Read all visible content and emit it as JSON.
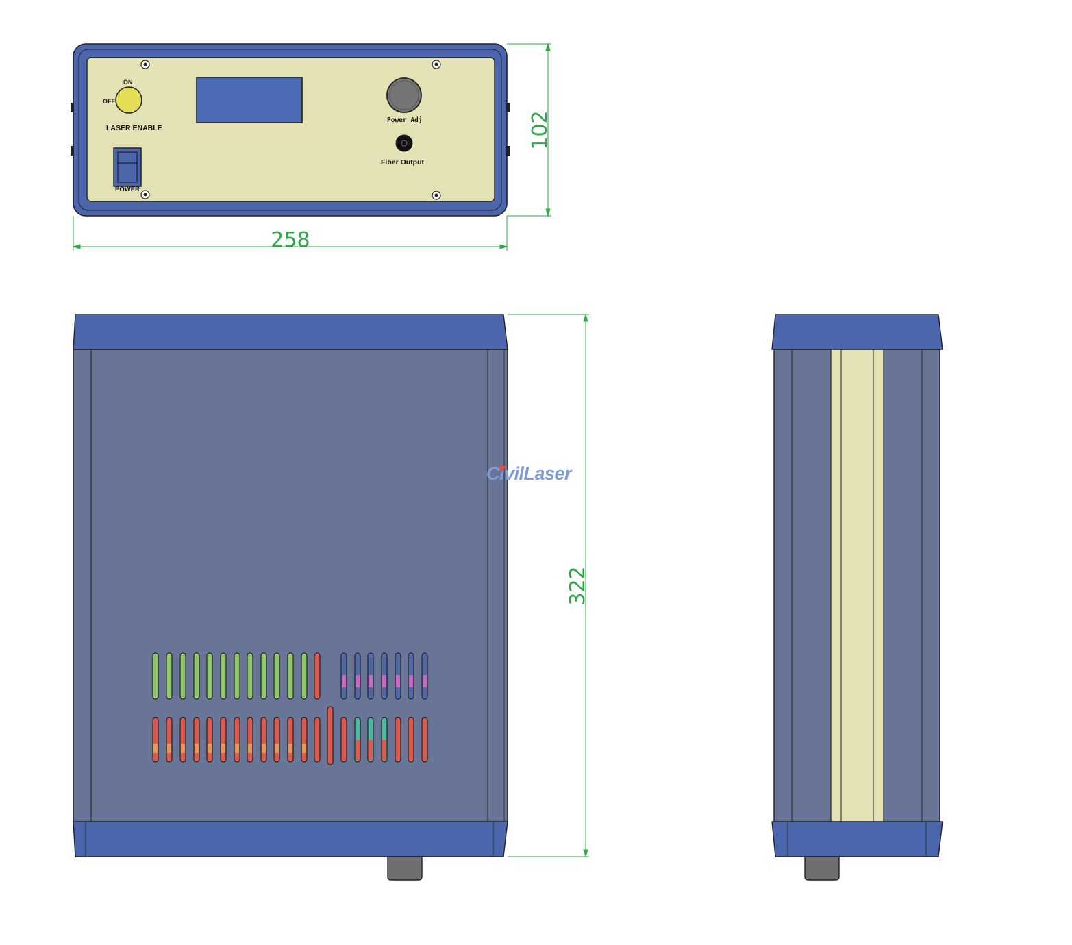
{
  "front_panel": {
    "switch_on_label": "ON",
    "switch_off_label": "OFF",
    "laser_enable_label": "LASER ENABLE",
    "power_label": "POWER",
    "power_adj_label": "Power Adj",
    "fiber_output_label": "Fiber Output"
  },
  "dimensions": {
    "width": "258",
    "front_height": "102",
    "depth": "322"
  },
  "watermark": {
    "part1": "Ci",
    "part2": "vilLaser"
  },
  "colors": {
    "housing_blue": "#4b66ad",
    "body_slate": "#687596",
    "panel_cream": "#e2e2b4",
    "display_blue": "#4b6bb5",
    "key_yellow": "#e3de54",
    "knob_gray": "#757575",
    "dimension_green": "#2fa84a",
    "vent_green": "#8ec86a",
    "vent_red": "#dc5a4d",
    "vent_orange": "#e39a55",
    "vent_blue": "#4e68a8",
    "vent_pink": "#c86ac0",
    "vent_teal": "#4fb8a0"
  },
  "icons": [
    "screw-icon",
    "laser-key-icon",
    "rocker-switch-icon",
    "knob-icon",
    "fiber-port-icon"
  ]
}
